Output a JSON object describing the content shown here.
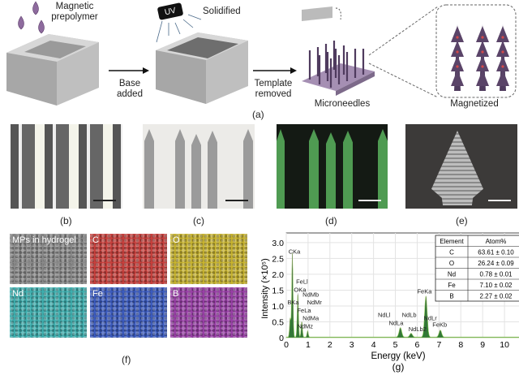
{
  "panel_a": {
    "label": "(a)",
    "step1_text": [
      "Magnetic",
      "prepolymer"
    ],
    "uv_label": "UV",
    "solidified": "Solidified",
    "arrow1": [
      "Base",
      "added"
    ],
    "arrow2": [
      "Template",
      "removed"
    ],
    "microneedles": "Microneedles",
    "magnetized": "Magnetized"
  },
  "panels": [
    {
      "label": "(b)"
    },
    {
      "label": "(c)"
    },
    {
      "label": "(d)"
    },
    {
      "label": "(e)"
    }
  ],
  "panel_f": {
    "label": "(f)",
    "tiles": [
      {
        "name": "MPs in hydrogel",
        "color": "#8a8a8a"
      },
      {
        "name": "C",
        "color": "#c8403c"
      },
      {
        "name": "O",
        "color": "#c8b430"
      },
      {
        "name": "Nd",
        "color": "#3fb0b0"
      },
      {
        "name": "Fe",
        "color": "#3c5cc0"
      },
      {
        "name": "B",
        "color": "#9a40a8"
      }
    ]
  },
  "chart_data": {
    "type": "line",
    "panel_label": "(g)",
    "xlabel": "Energy (keV)",
    "ylabel": "Intensity (×10⁵)",
    "xlim": [
      0,
      11
    ],
    "ylim": [
      0,
      3.1
    ],
    "xticks": [
      "0",
      "1",
      "2",
      "3",
      "4",
      "5",
      "6",
      "7",
      "8",
      "9",
      "10"
    ],
    "yticks": [
      "0",
      "0.5",
      "1.0",
      "1.5",
      "2.0",
      "2.5",
      "3.0"
    ],
    "grid": true,
    "peaks": [
      {
        "x": 0.18,
        "y": 0.6
      },
      {
        "x": 0.28,
        "y": 2.65
      },
      {
        "x": 0.53,
        "y": 1.4
      },
      {
        "x": 0.71,
        "y": 0.5
      },
      {
        "x": 0.98,
        "y": 0.2
      },
      {
        "x": 5.23,
        "y": 0.3
      },
      {
        "x": 5.72,
        "y": 0.12
      },
      {
        "x": 6.4,
        "y": 1.3
      },
      {
        "x": 7.06,
        "y": 0.22
      }
    ],
    "annotations": [
      {
        "text": "CKa",
        "x": 0.1,
        "y": 2.65
      },
      {
        "text": "FeLl",
        "x": 0.45,
        "y": 1.7
      },
      {
        "text": "OKa",
        "x": 0.35,
        "y": 1.45
      },
      {
        "text": "NdMb",
        "x": 0.75,
        "y": 1.3
      },
      {
        "text": "BKa",
        "x": 0.05,
        "y": 1.05
      },
      {
        "text": "NdMr",
        "x": 0.95,
        "y": 1.05
      },
      {
        "text": "FeLa",
        "x": 0.5,
        "y": 0.8
      },
      {
        "text": "NdMa",
        "x": 0.75,
        "y": 0.55
      },
      {
        "text": "NdMz",
        "x": 0.5,
        "y": 0.3
      },
      {
        "text": "NdLl",
        "x": 4.2,
        "y": 0.65
      },
      {
        "text": "NdLa",
        "x": 4.7,
        "y": 0.4
      },
      {
        "text": "NdLb",
        "x": 5.3,
        "y": 0.65
      },
      {
        "text": "NdLb2",
        "x": 5.6,
        "y": 0.2
      },
      {
        "text": "FeKa",
        "x": 6.0,
        "y": 1.4
      },
      {
        "text": "NdLr",
        "x": 6.3,
        "y": 0.55
      },
      {
        "text": "FeKb",
        "x": 6.7,
        "y": 0.35
      }
    ],
    "table": {
      "headers": [
        "Element",
        "Atom%"
      ],
      "rows": [
        [
          "C",
          "63.61 ± 0.10"
        ],
        [
          "O",
          "26.24 ± 0.09"
        ],
        [
          "Nd",
          "0.78 ± 0.01"
        ],
        [
          "Fe",
          "7.10 ± 0.02"
        ],
        [
          "B",
          "2.27 ± 0.02"
        ]
      ]
    },
    "colors": {
      "fill": "#2e7d32",
      "line": "#9ccc65",
      "grid": "#e3e3e3"
    }
  }
}
